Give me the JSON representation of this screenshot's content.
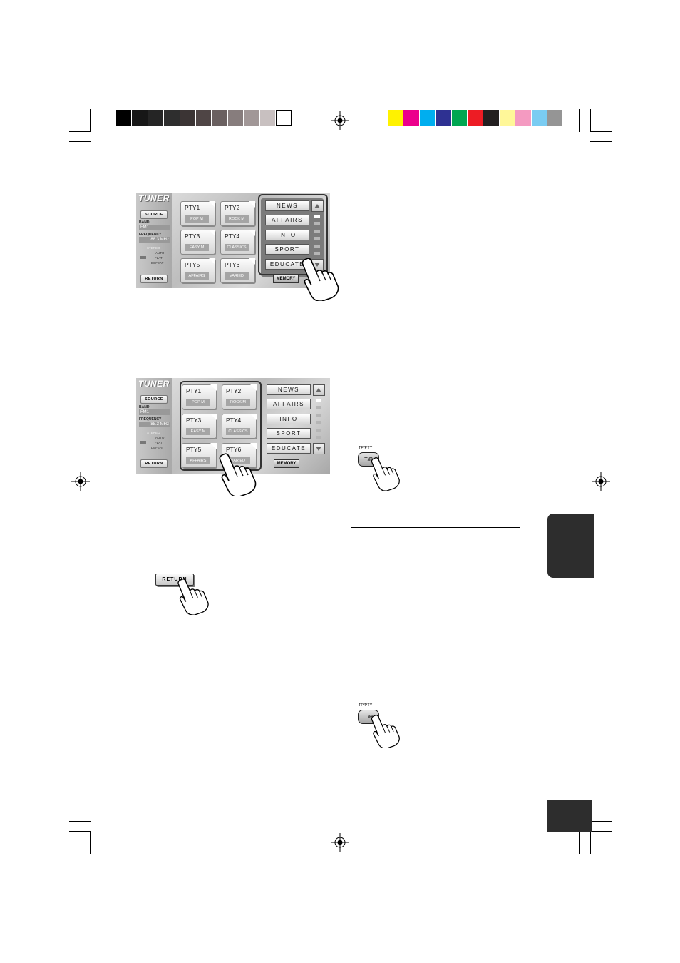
{
  "colors": {
    "gray_bars": [
      "#000000",
      "#171717",
      "#252525",
      "#2e2e2e",
      "#3b3434",
      "#4f4545",
      "#6a6060",
      "#877d7d",
      "#a19797",
      "#c8c0c0",
      "#ffffff"
    ],
    "color_bars": [
      "#fff200",
      "#ec008c",
      "#00aeef",
      "#2e3192",
      "#00a651",
      "#ed1c24",
      "#231f20",
      "#fff799",
      "#f49ac1",
      "#7accf2",
      "#959595"
    ],
    "tab": "#2d2d2d"
  },
  "screen1": {
    "title": "TUNER",
    "source": "SOURCE",
    "band_label": "BAND",
    "band_value": "FM1",
    "freq_label": "FREQUENCY",
    "freq_value": "88.3  MHz",
    "stereo": "STEREO",
    "auto": "AUTO",
    "flat": "FLAT",
    "defeat": "DEFEAT",
    "return": "RETURN",
    "memory": "MEMORY",
    "pty": [
      {
        "num": "PTY1",
        "sub": "POP M"
      },
      {
        "num": "PTY2",
        "sub": "ROCK M"
      },
      {
        "num": "PTY3",
        "sub": "EASY M"
      },
      {
        "num": "PTY4",
        "sub": "CLASSICS"
      },
      {
        "num": "PTY5",
        "sub": "AFFAIRS"
      },
      {
        "num": "PTY6",
        "sub": "VARIED"
      }
    ],
    "categories": [
      "NEWS",
      "AFFAIRS",
      "INFO",
      "SPORT",
      "EDUCATE"
    ]
  },
  "screen2": {
    "title": "TUNER",
    "source": "SOURCE",
    "band_label": "BAND",
    "band_value": "FM1",
    "freq_label": "FREQUENCY",
    "freq_value": "88.3  MHz",
    "stereo": "STEREO",
    "auto": "AUTO",
    "flat": "FLAT",
    "defeat": "DEFEAT",
    "return": "RETURN",
    "memory": "MEMORY",
    "pty": [
      {
        "num": "PTY1",
        "sub": "POP M"
      },
      {
        "num": "PTY2",
        "sub": "ROCK M"
      },
      {
        "num": "PTY3",
        "sub": "EASY M"
      },
      {
        "num": "PTY4",
        "sub": "CLASSICS"
      },
      {
        "num": "PTY5",
        "sub": "AFFAIRS"
      },
      {
        "num": "PTY6",
        "sub": "VARIED"
      }
    ],
    "categories": [
      "NEWS",
      "AFFAIRS",
      "INFO",
      "SPORT",
      "EDUCATE"
    ]
  },
  "return_button": "RETURN",
  "tp1": {
    "label": "TP/PTY",
    "button": "T/P"
  },
  "tp2": {
    "label": "TP/PTY",
    "button": "T/P"
  }
}
